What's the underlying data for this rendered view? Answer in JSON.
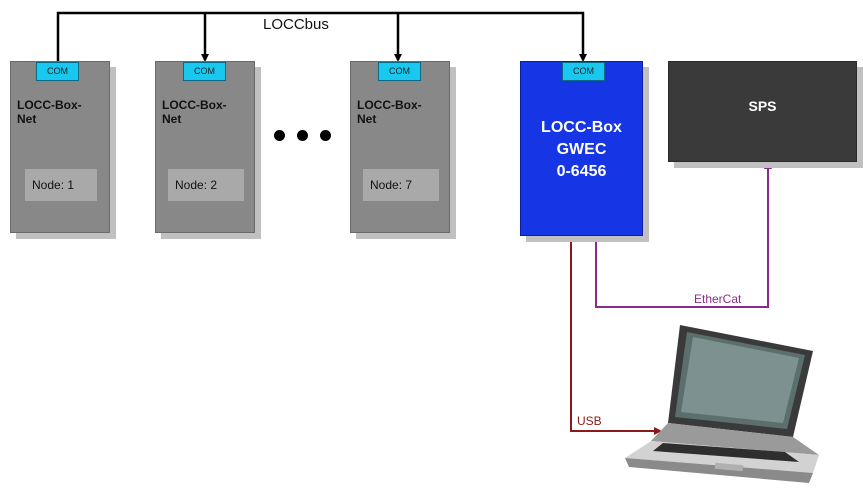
{
  "bus": {
    "label": "LOCCbus"
  },
  "boxes": [
    {
      "com": "COM",
      "title": "LOCC-Box-\nNet",
      "node": "Node: 1"
    },
    {
      "com": "COM",
      "title": "LOCC-Box-\nNet",
      "node": "Node: 2"
    },
    {
      "com": "COM",
      "title": "LOCC-Box-\nNet",
      "node": "Node: 7"
    }
  ],
  "gateway": {
    "com": "COM",
    "title": "LOCC-Box\nGWEC\n0-6456"
  },
  "sps": {
    "label": "SPS"
  },
  "links": {
    "ethercat": "EtherCat",
    "usb": "USB"
  },
  "colors": {
    "gateway": "#1636e6",
    "com": "#19c8ef",
    "ethercat": "#8a2a8a",
    "usb": "#8a1a1a"
  },
  "icons": {
    "laptop": "laptop-icon"
  }
}
